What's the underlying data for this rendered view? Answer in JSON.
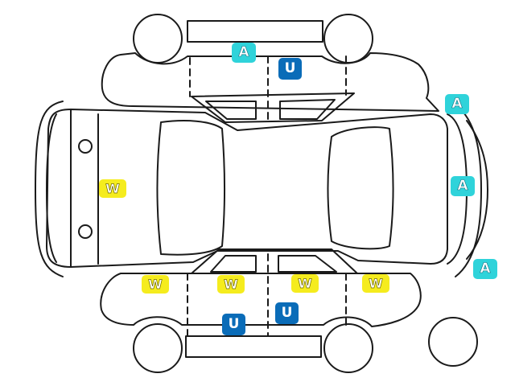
{
  "diagram": {
    "markers": [
      {
        "id": "a-roof-front",
        "code": "A",
        "kind": "A"
      },
      {
        "id": "a-rear-top",
        "code": "A",
        "kind": "A"
      },
      {
        "id": "a-rear-middle",
        "code": "A",
        "kind": "A"
      },
      {
        "id": "a-rear-bottom",
        "code": "A",
        "kind": "A"
      },
      {
        "id": "u-top-side",
        "code": "U",
        "kind": "U"
      },
      {
        "id": "u-bottom-door-front",
        "code": "U",
        "kind": "U"
      },
      {
        "id": "u-bottom-door-rear",
        "code": "U",
        "kind": "U"
      },
      {
        "id": "w-hood",
        "code": "W",
        "kind": "W"
      },
      {
        "id": "w-front-fender",
        "code": "W",
        "kind": "W"
      },
      {
        "id": "w-front-door",
        "code": "W",
        "kind": "W"
      },
      {
        "id": "w-rear-door",
        "code": "W",
        "kind": "W"
      },
      {
        "id": "w-rear-fender",
        "code": "W",
        "kind": "W"
      }
    ]
  }
}
